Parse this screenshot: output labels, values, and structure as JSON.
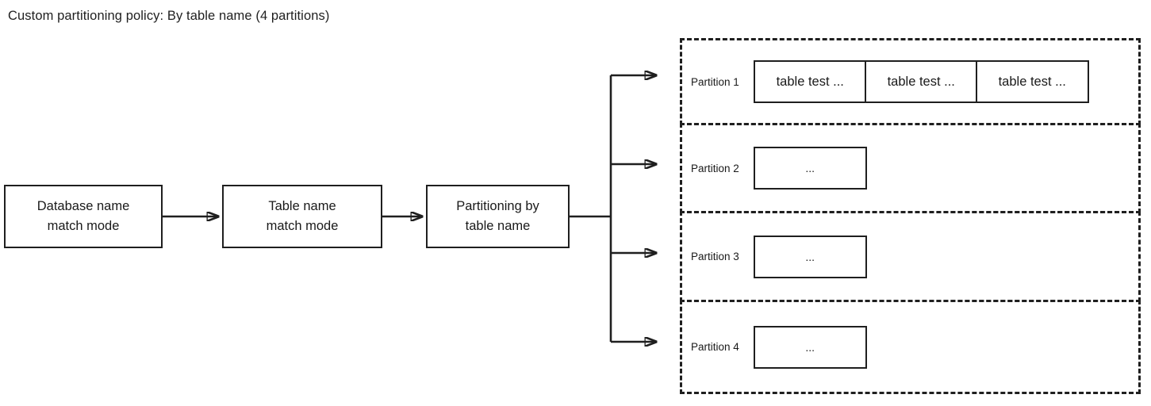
{
  "title": "Custom partitioning policy: By table name (4 partitions)",
  "flow": {
    "nodes": [
      {
        "label": "Database name\nmatch mode"
      },
      {
        "label": "Table name\nmatch mode"
      },
      {
        "label": "Partitioning by\ntable name"
      }
    ]
  },
  "partitions": [
    {
      "label": "Partition 1",
      "items": [
        "table test ...",
        "table test ...",
        "table test ..."
      ]
    },
    {
      "label": "Partition 2",
      "items": [
        "..."
      ]
    },
    {
      "label": "Partition 3",
      "items": [
        "..."
      ]
    },
    {
      "label": "Partition 4",
      "items": [
        "..."
      ]
    }
  ],
  "colors": {
    "stroke": "#1f1f1f",
    "text": "#1a1a1a",
    "background": "#ffffff"
  }
}
